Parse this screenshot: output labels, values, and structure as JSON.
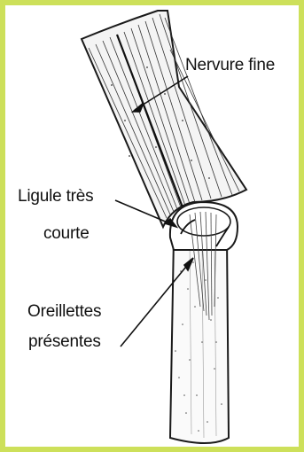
{
  "figure": {
    "labels": {
      "nervure": "Nervure fine",
      "ligule_line1": "Ligule très",
      "ligule_line2": "courte",
      "oreillettes_line1": "Oreillettes",
      "oreillettes_line2": "présentes"
    },
    "colors": {
      "frame_border": "#cde05a",
      "ink": "#111111",
      "sheath_dots": "#555555"
    }
  }
}
